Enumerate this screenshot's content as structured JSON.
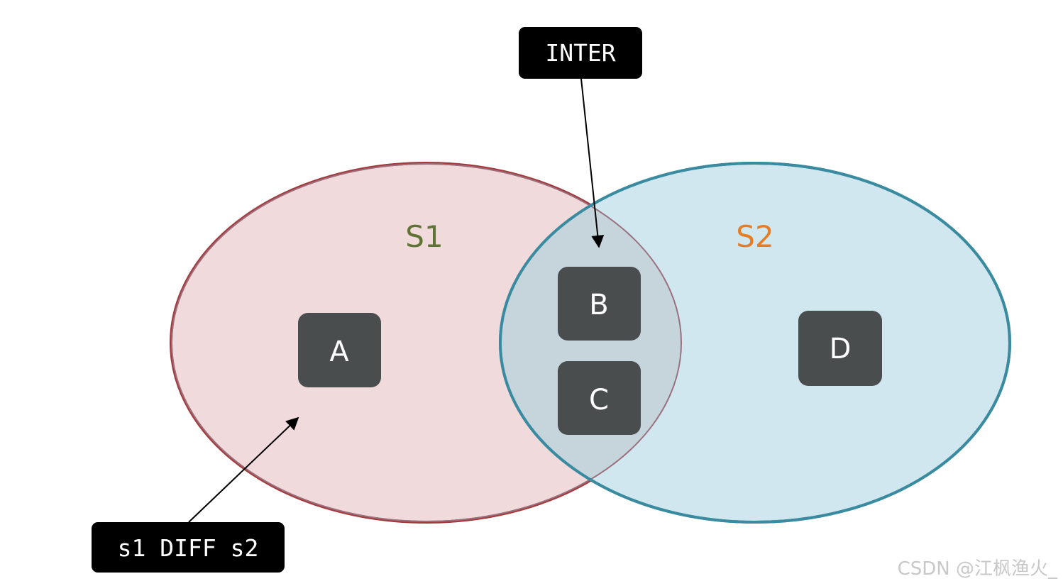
{
  "sets": {
    "s1": {
      "label": "S1",
      "label_color": "#5f7434",
      "fill": "#f1dadc",
      "stroke": "#a33a3c"
    },
    "s2": {
      "label": "S2",
      "label_color": "#e67d24",
      "fill": "#d0e7ef",
      "stroke": "#3a8aa0"
    },
    "overlap_fill": "#c6d4dc",
    "overlap_stroke": "#9a707e"
  },
  "items": {
    "a": "A",
    "b": "B",
    "c": "C",
    "d": "D",
    "box_color": "#4a4d4e"
  },
  "callouts": {
    "inter": "INTER",
    "diff": "s1 DIFF s2",
    "box_color": "#000000"
  },
  "watermark": "CSDN @江枫渔火_"
}
